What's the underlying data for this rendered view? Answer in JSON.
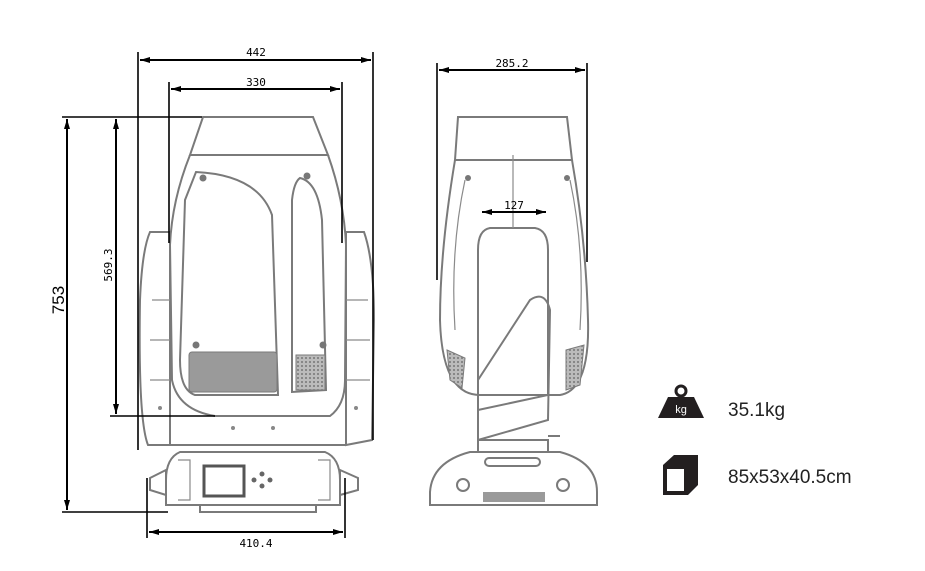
{
  "dimensions": {
    "front_width": "442",
    "head_width": "330",
    "total_height": "753",
    "head_height": "569.3",
    "base_width": "410.4",
    "side_width": "285.2",
    "inner_width": "127"
  },
  "specs": {
    "weight_icon_label": "kg",
    "weight": "35.1kg",
    "package_size": "85x53x40.5cm"
  },
  "colors": {
    "dimension": "#000000",
    "outline": "#7a7a7a",
    "fill": "#9a9a9a"
  }
}
